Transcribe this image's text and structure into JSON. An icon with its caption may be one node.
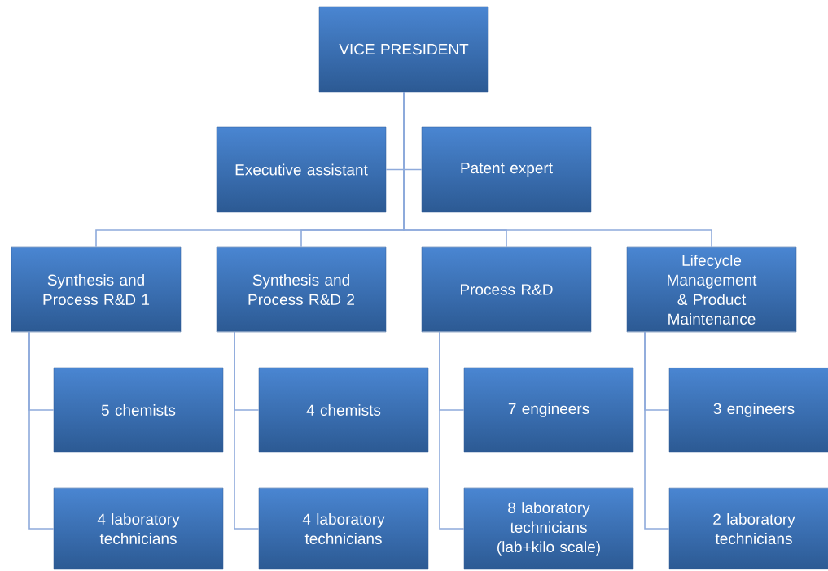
{
  "diagram": {
    "nodes": [
      {
        "text": [
          "VICE PRESIDENT"
        ]
      },
      {
        "text": [
          "Executive assistant"
        ]
      },
      {
        "text": [
          "Patent expert"
        ]
      },
      {
        "text": [
          "Synthesis and Process R&D 1"
        ]
      },
      {
        "text": [
          "Synthesis and Process R&D 2"
        ]
      },
      {
        "text": [
          "Process R&D"
        ]
      },
      {
        "text": [
          "Lifecycle Management & Product Maintenance"
        ]
      },
      {
        "text": [
          "5 chemists"
        ]
      },
      {
        "text": [
          "4 laboratory technicians"
        ]
      },
      {
        "text": [
          "4 chemists"
        ]
      },
      {
        "text": [
          "4 laboratory technicians"
        ]
      },
      {
        "text": [
          "7 engineers"
        ]
      },
      {
        "text": [
          "8 laboratory technicians (lab+kilo scale)"
        ]
      },
      {
        "text": [
          "3 engineers"
        ]
      },
      {
        "text": [
          "2 laboratory technicians"
        ]
      }
    ],
    "edges": [
      {
        "from": 0,
        "to": 1,
        "arrow": "none"
      },
      {
        "from": 0,
        "to": 2,
        "arrow": "none"
      },
      {
        "from": 0,
        "to": 3,
        "arrow": "none"
      },
      {
        "from": 0,
        "to": 4,
        "arrow": "none"
      },
      {
        "from": 0,
        "to": 5,
        "arrow": "none"
      },
      {
        "from": 0,
        "to": 6,
        "arrow": "none"
      },
      {
        "from": 3,
        "to": 7,
        "arrow": "none"
      },
      {
        "from": 3,
        "to": 8,
        "arrow": "none"
      },
      {
        "from": 4,
        "to": 9,
        "arrow": "none"
      },
      {
        "from": 4,
        "to": 10,
        "arrow": "none"
      },
      {
        "from": 5,
        "to": 11,
        "arrow": "none"
      },
      {
        "from": 5,
        "to": 12,
        "arrow": "none"
      },
      {
        "from": 6,
        "to": 13,
        "arrow": "none"
      },
      {
        "from": 6,
        "to": 14,
        "arrow": "none"
      }
    ]
  }
}
